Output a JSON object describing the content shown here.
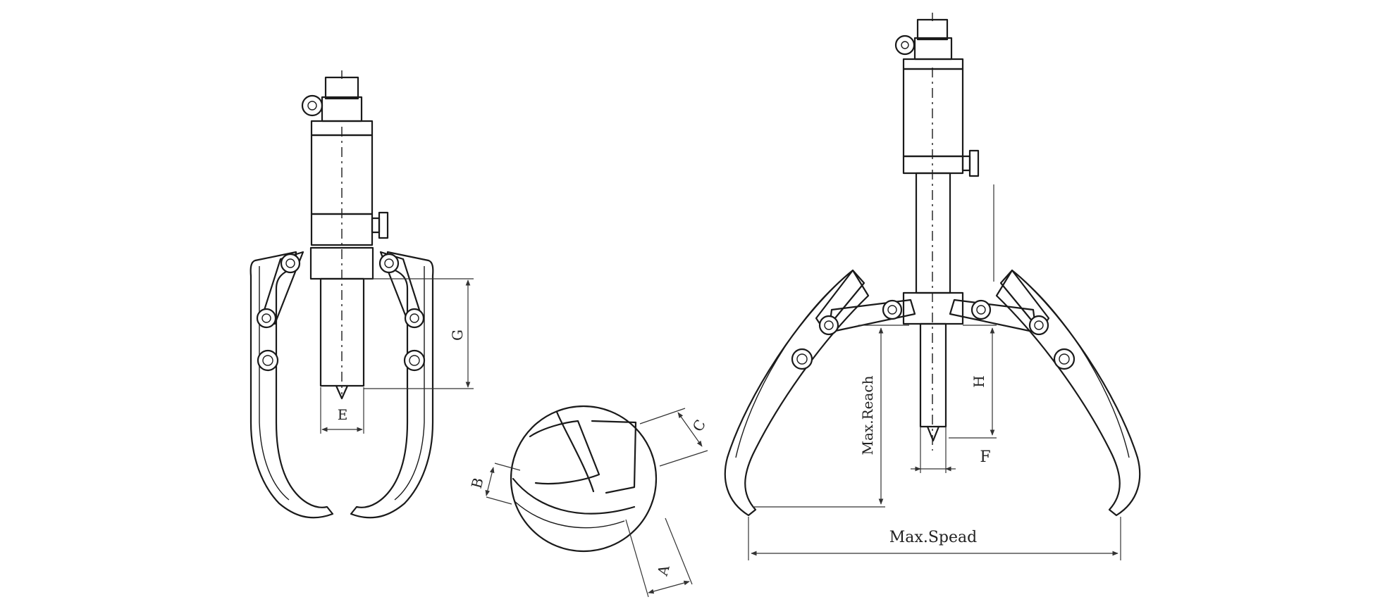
{
  "labels": {
    "e": "E",
    "g": "G",
    "b": "B",
    "c": "C",
    "a": "A",
    "max_reach": "Max.Reach",
    "h": "H",
    "f": "F",
    "max_spead": "Max.Spead"
  },
  "colors": {
    "line": "#1a1a1a",
    "background": "#ffffff"
  }
}
